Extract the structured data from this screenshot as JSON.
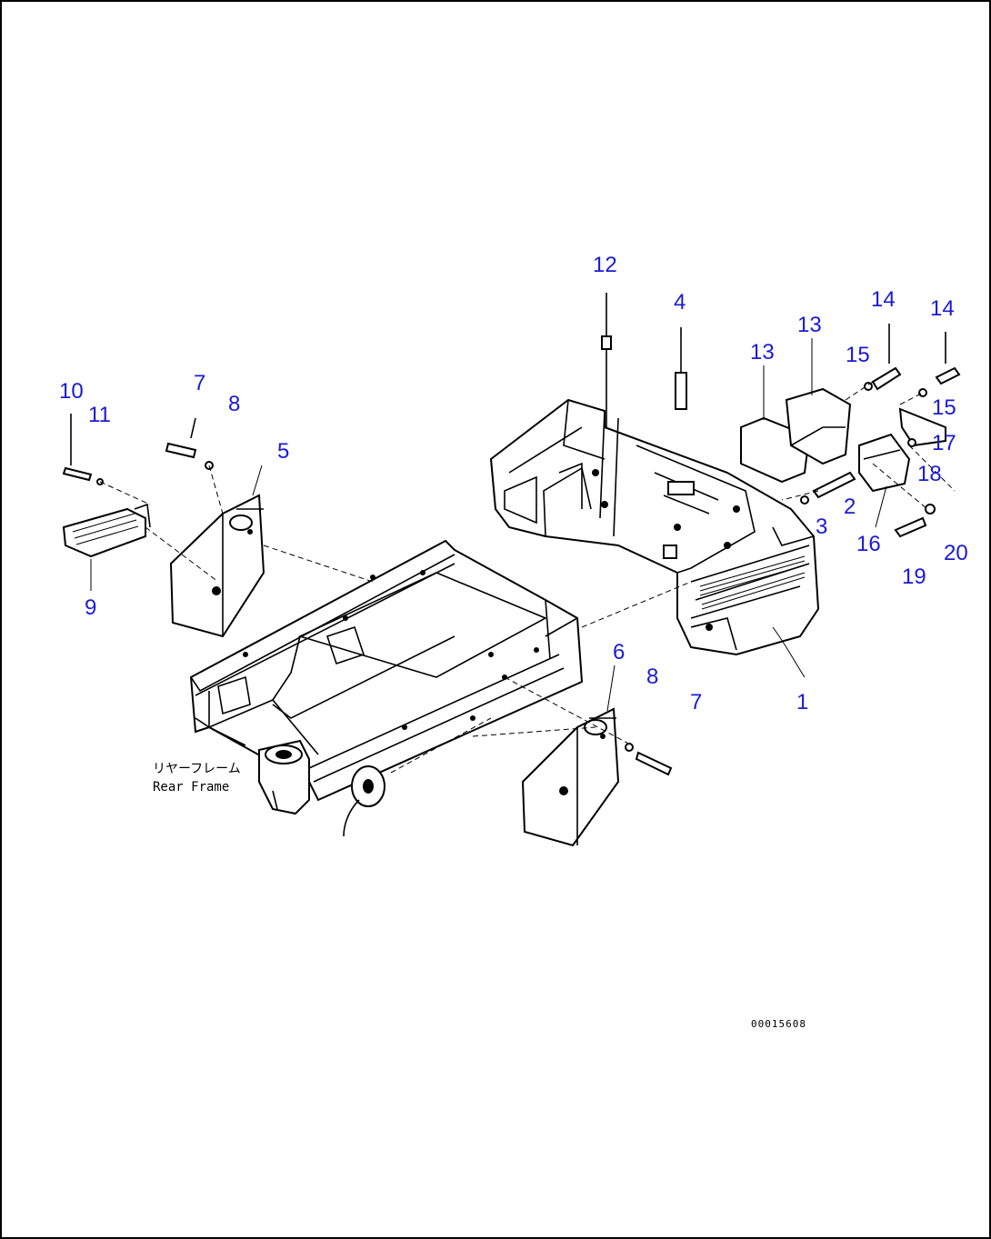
{
  "diagram": {
    "callouts": [
      "1",
      "2",
      "3",
      "4",
      "5",
      "6",
      "7",
      "7",
      "8",
      "8",
      "9",
      "10",
      "11",
      "12",
      "13",
      "13",
      "14",
      "14",
      "15",
      "15",
      "16",
      "17",
      "18",
      "19",
      "20"
    ],
    "caption_jp": "リヤーフレーム",
    "caption_en": "Rear Frame",
    "drawing_code": "00015608",
    "colors": {
      "callout": "#1a1ad6",
      "line": "#000000",
      "background": "#ffffff"
    }
  }
}
